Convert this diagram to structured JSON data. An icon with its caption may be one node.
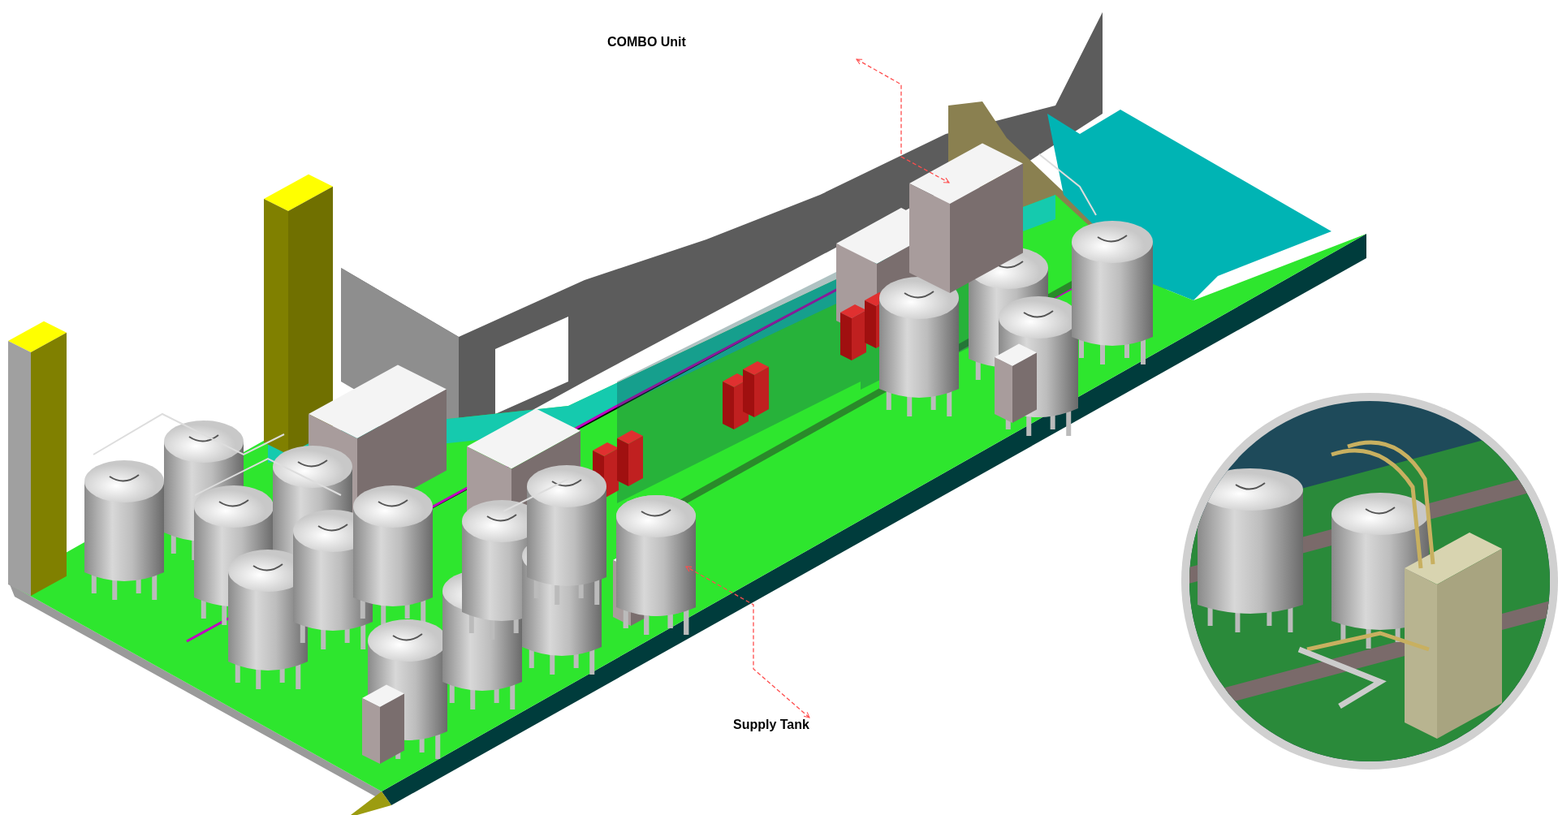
{
  "diagram": {
    "nodes": [
      {
        "text": [],
        "shape": "box"
      },
      {
        "text": [],
        "shape": "cylinder"
      },
      {
        "text": [
          "Supply Tank"
        ]
      }
    ],
    "edges": [
      {
        "from": null,
        "to": 0,
        "arrow": "both",
        "style": "dashed",
        "color": "#ff4d4d"
      },
      {
        "from": 2,
        "to": 1,
        "arrow": "both",
        "style": "dashed",
        "color": "#ff4d4d"
      }
    ],
    "labels": [
      "COMBO Unit"
    ]
  }
}
